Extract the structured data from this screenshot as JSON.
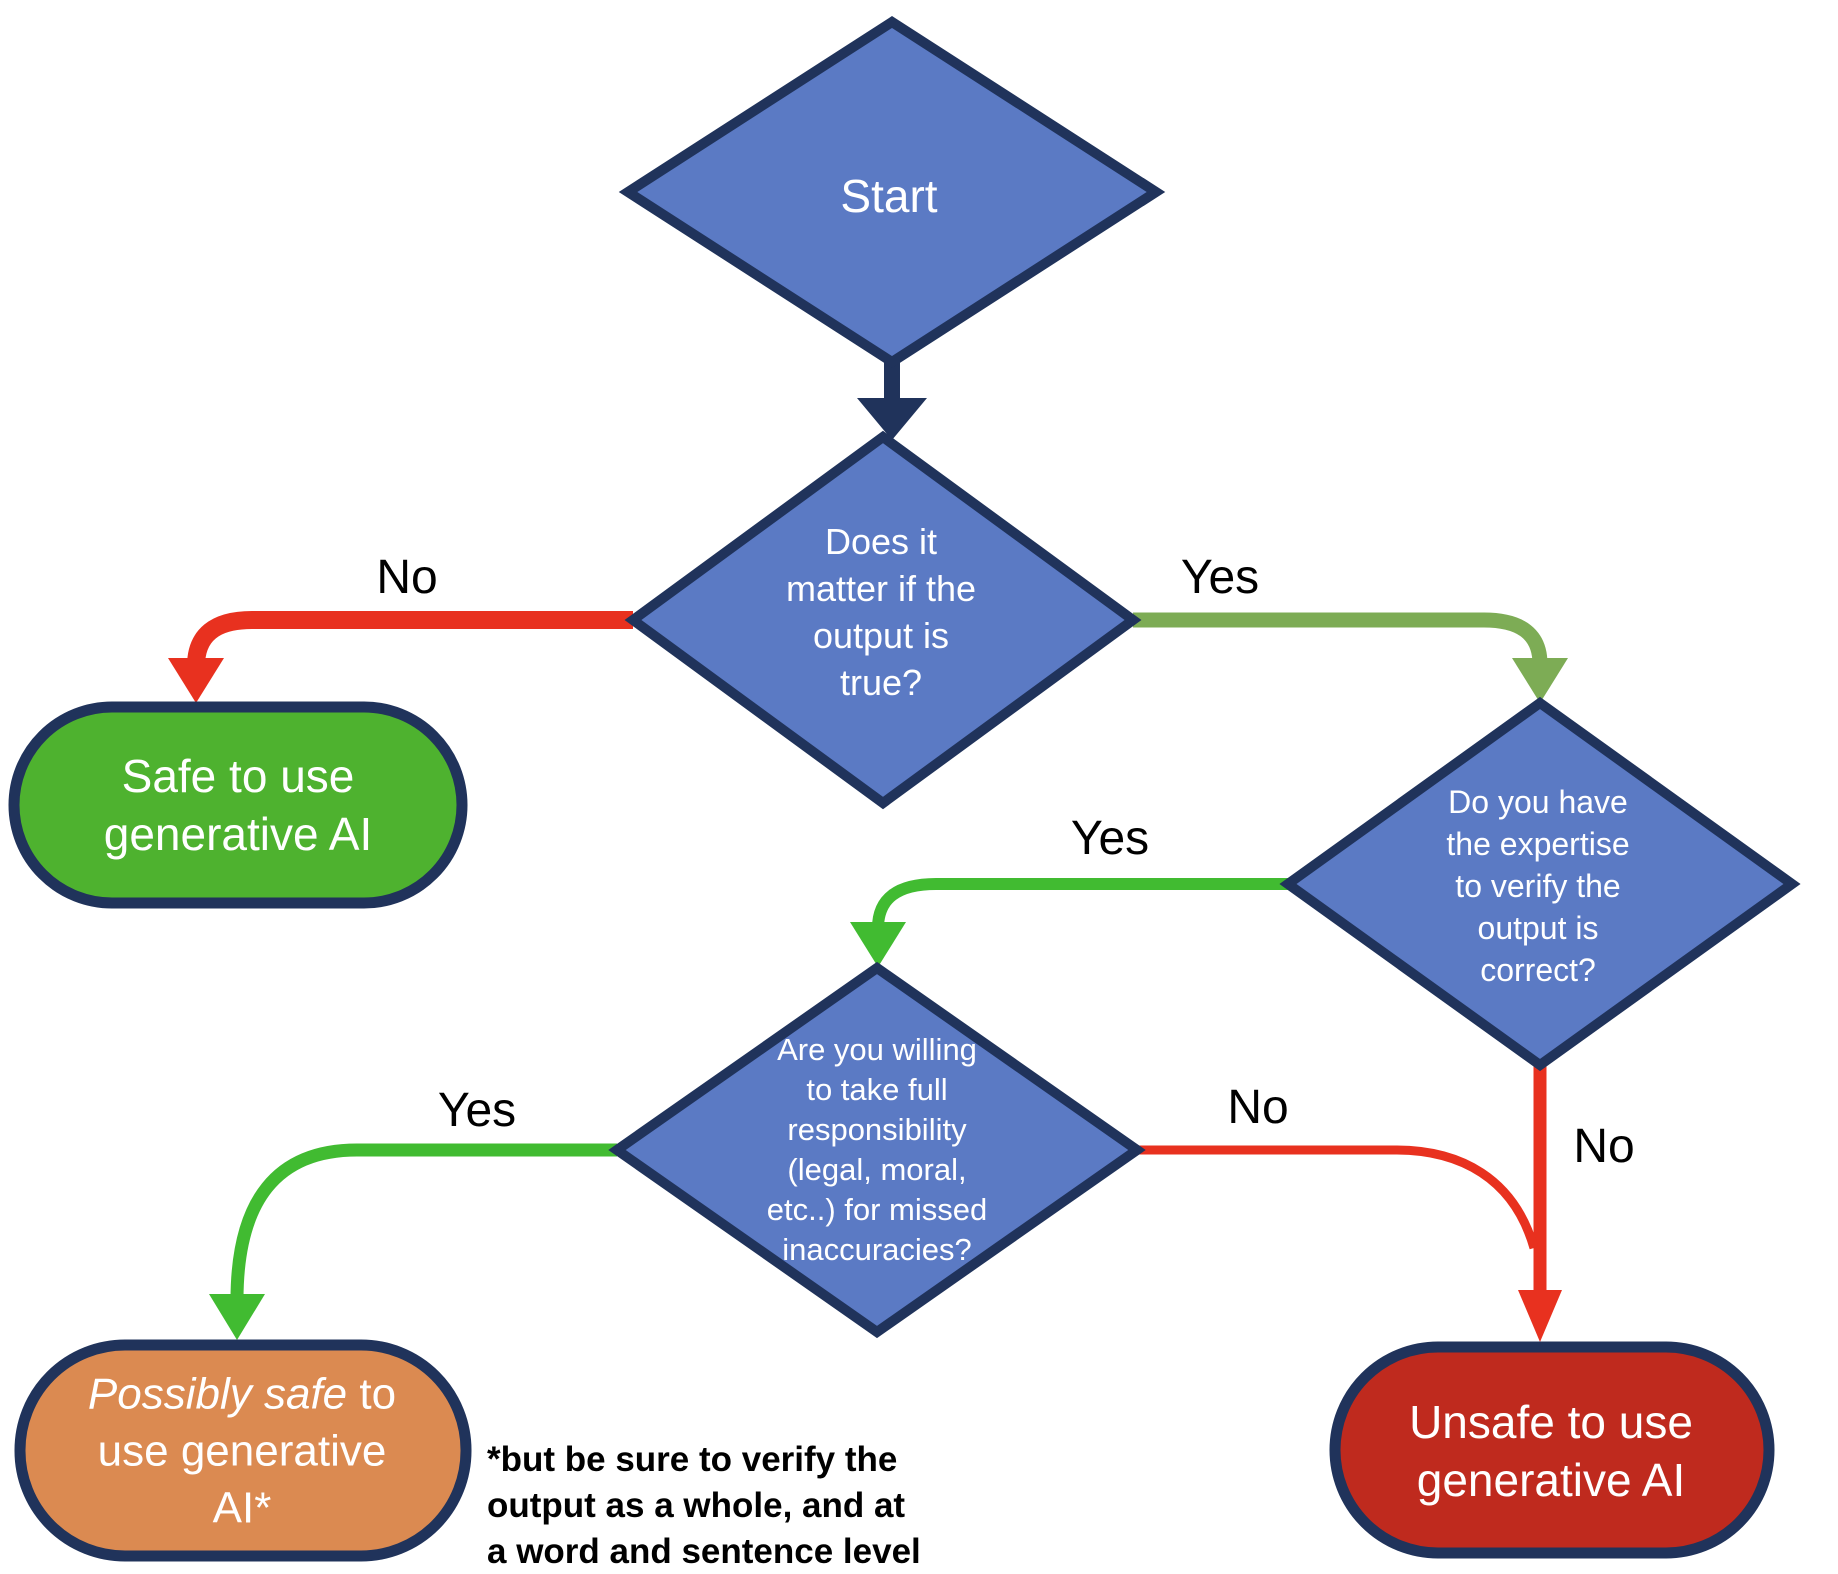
{
  "diagram": {
    "nodes": {
      "start": {
        "label": "Start"
      },
      "matter": {
        "label": "Does it\nmatter if the\noutput is\ntrue?"
      },
      "expertise": {
        "label": "Do you have\nthe expertise\nto verify the\noutput is\ncorrect?"
      },
      "responsibility": {
        "label": "Are you willing\nto take full\nresponsibility\n(legal, moral,\netc..) for missed\ninaccuracies?"
      },
      "safe": {
        "label": "Safe to use\ngenerative AI"
      },
      "possibly_safe": {
        "italic_part": "Possibly safe",
        "rest": " to\nuse generative\nAI*"
      },
      "unsafe": {
        "label": "Unsafe to use\ngenerative AI"
      }
    },
    "edge_labels": {
      "matter_no": "No",
      "matter_yes": "Yes",
      "expertise_yes": "Yes",
      "expertise_no": "No",
      "responsibility_yes": "Yes",
      "responsibility_no": "No"
    },
    "footnote": "*but be sure to verify the\noutput as a whole, and at\na word and sentence level",
    "colors": {
      "node_fill": "#5B7AC4",
      "node_border": "#20335B",
      "safe_fill": "#4EB22F",
      "possibly_safe_fill": "#DB8A51",
      "unsafe_fill": "#BF2A1E",
      "arrow_red": "#E8311F",
      "arrow_green_bright": "#41BB31",
      "arrow_green_olive": "#7DAC55",
      "arrow_navy": "#20335B",
      "node_text": "#FFFFFF",
      "label_text": "#000000"
    }
  }
}
